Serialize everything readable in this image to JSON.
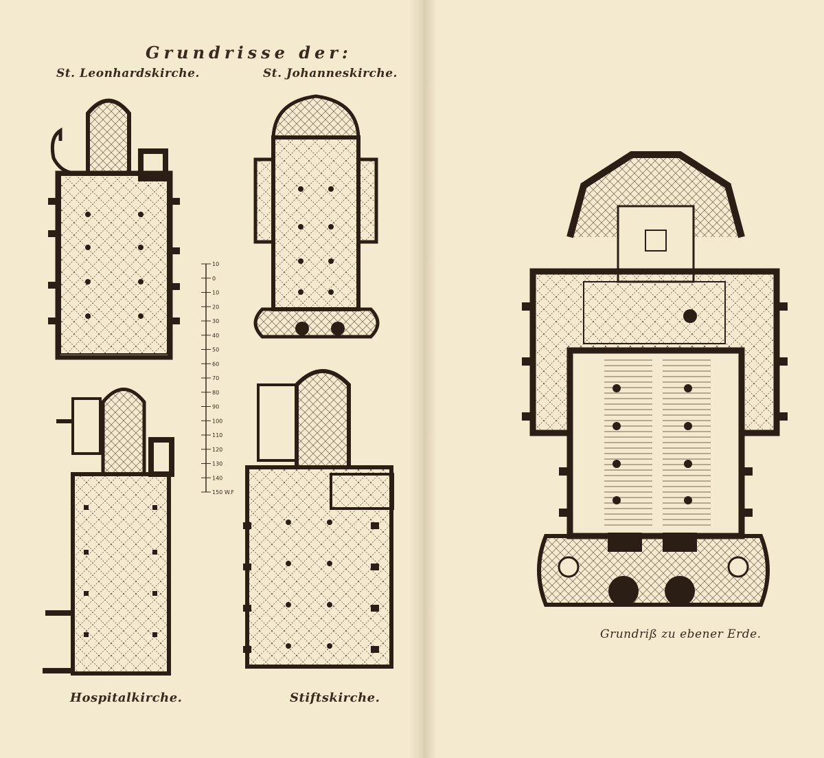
{
  "title": "Grundrisse der:",
  "plans": {
    "leonhard": "St. Leonhardskirche.",
    "johannes": "St. Johanneskirche.",
    "hospital": "Hospitalkirche.",
    "stift": "Stiftskirche.",
    "ground": "Grundriß zu ebener Erde."
  },
  "scale": {
    "ticks": [
      "10",
      "0",
      "10",
      "20",
      "30",
      "40",
      "50",
      "60",
      "70",
      "80",
      "90",
      "100",
      "110",
      "120",
      "130",
      "140",
      "150 W.F"
    ]
  },
  "colors": {
    "paper": "#f3ead0",
    "ink": "#3a2a1c",
    "wall": "#2b1e14"
  }
}
